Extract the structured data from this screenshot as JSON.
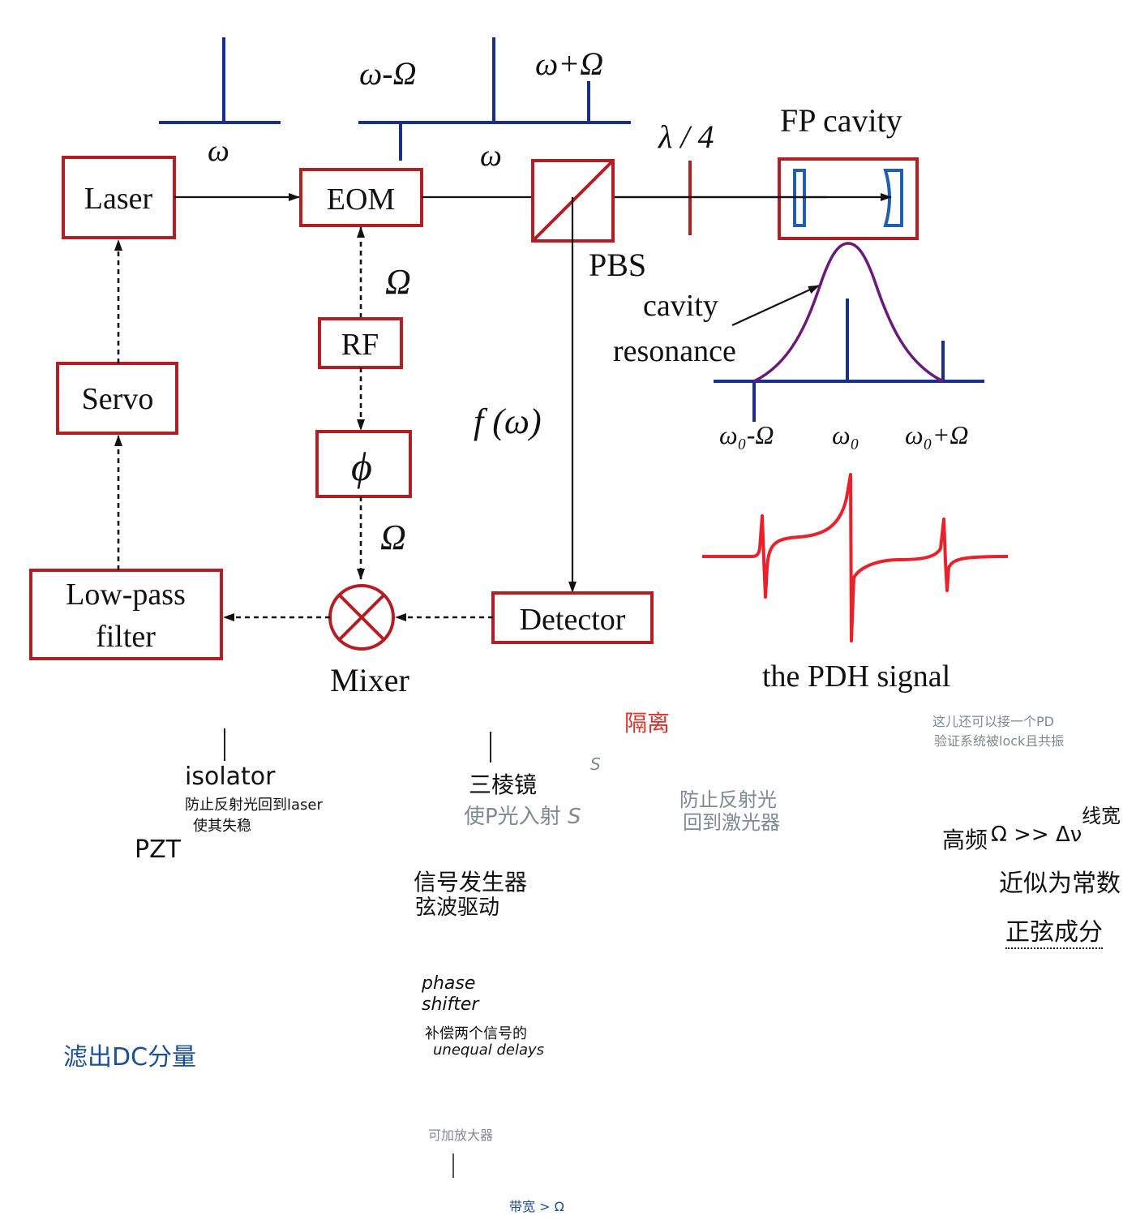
{
  "diagram": {
    "boxes": {
      "laser": "Laser",
      "eom": "EOM",
      "rf": "RF",
      "phase": "ϕ",
      "servo": "Servo",
      "lowpass_line1": "Low-pass",
      "lowpass_line2": "filter",
      "detector": "Detector",
      "fp_cavity": "FP cavity"
    },
    "labels": {
      "omega_laser": "ω",
      "omega_minus_Omega": "ω-Ω",
      "omega_plus_Omega": "ω+Ω",
      "omega_eom": "ω",
      "lambda_quarter": "λ / 4",
      "pbs": "PBS",
      "cavity_resonance_line1": "cavity",
      "cavity_resonance_line2": "resonance",
      "Omega_upper": "Ω",
      "Omega_lower": "Ω",
      "f_omega": "f (ω)",
      "mixer": "Mixer",
      "res_left": "ω₀-Ω",
      "res_center": "ω₀",
      "res_right": "ω₀+Ω",
      "pdh_signal": "the PDH signal"
    },
    "colors": {
      "box_border": "#b21e23",
      "spectrum_blue": "#1a2f8a",
      "resonance_purple": "#6a1b7a",
      "pdh_red": "#e8212a"
    }
  },
  "annotations": {
    "isolator_title": "isolator",
    "isolator_line1": "防止反射光回到laser",
    "isolator_line2": "使其失稳",
    "pzt": "PZT",
    "right_angle_prism": "三棱镜",
    "s_light_in": "使P光入射",
    "s_mark_right": "S",
    "s_mark_upper": "S",
    "isolation": "隔离",
    "prevent_reflection_line1": "防止反射光",
    "prevent_reflection_line2": "回到激光器",
    "extra_pd_line1": "这儿还可以接一个PD",
    "extra_pd_line2": "验证系统被lock且共振",
    "high_freq_prefix": "高频",
    "high_freq_formula": "Ω >> Δν",
    "linewidth": "线宽",
    "approx_constant": "近似为常数",
    "sine_component": "正弦成分",
    "signal_gen_line1": "信号发生器",
    "signal_gen_line2": "弦波驱动",
    "phase_shifter_line1": "phase",
    "phase_shifter_line2": "shifter",
    "phase_shifter_line3": "补偿两个信号的",
    "phase_shifter_line4": "unequal delays",
    "filter_dc": "滤出DC分量",
    "amplifier": "可加放大器",
    "bandwidth": "带宽 > Ω",
    "colors": {
      "ink": "#111111",
      "grey": "#7d8a91",
      "red": "#e0322c",
      "blue": "#1c4f97"
    }
  }
}
